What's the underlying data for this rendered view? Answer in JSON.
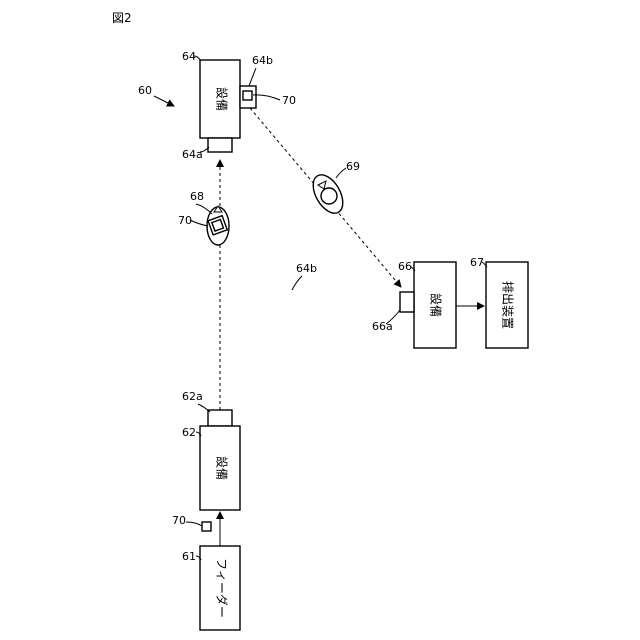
{
  "figure_label": "図2",
  "system_ref": "60",
  "blocks": {
    "feeder": {
      "text": "フィーダー",
      "ref": "61"
    },
    "device_62": {
      "text": "設備",
      "ref": "62",
      "port_ref": "62a"
    },
    "device_64": {
      "text": "設備",
      "ref": "64",
      "port_a_ref": "64a",
      "port_b_ref": "64b"
    },
    "device_66": {
      "text": "設備",
      "ref": "66",
      "port_ref": "66a"
    },
    "ejector": {
      "text": "排出装置",
      "ref": "67"
    }
  },
  "robots": {
    "robot_68": {
      "ref": "68",
      "workpiece_ref": "70"
    },
    "robot_69": {
      "ref": "69"
    }
  },
  "workpieces": {
    "at_feeder": {
      "ref": "70"
    },
    "at_64b": {
      "ref": "70"
    }
  },
  "path_ref": "64b"
}
